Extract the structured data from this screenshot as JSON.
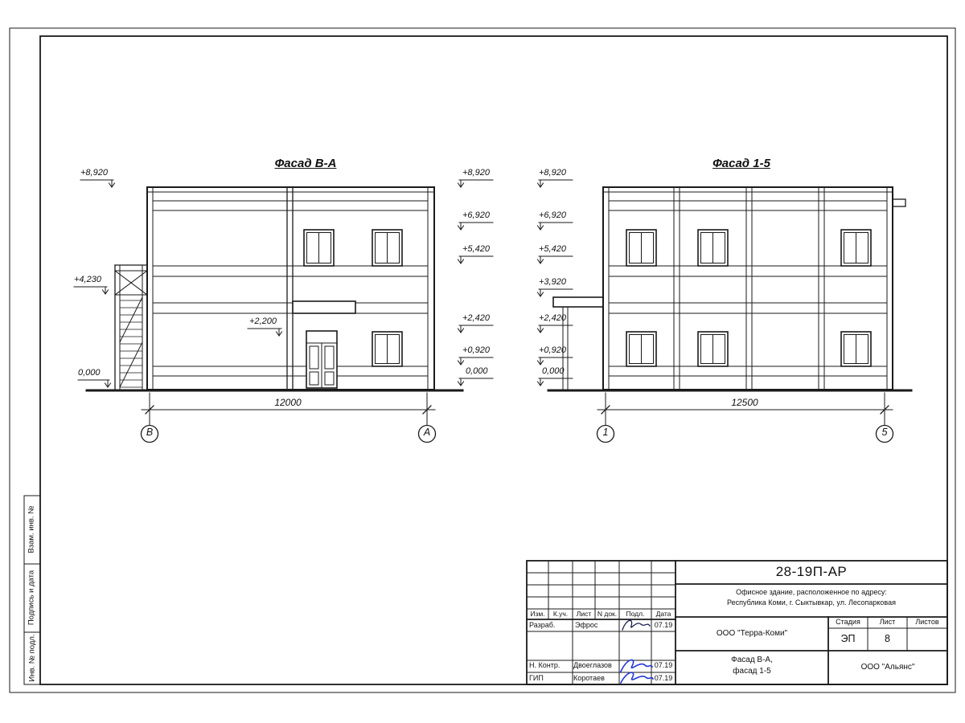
{
  "sheet_code": "28-19П-АР",
  "stamps": {
    "v1": "Взам. инв. №",
    "v2": "Подпись и дата",
    "v3": "Инв. № подл."
  },
  "title_block": {
    "object_line1": "Офисное здание, расположенное по адресу:",
    "object_line2": "Республика Коми, г. Сыктывкар, ул. Лесопарковая",
    "org": "ООО \"Терра-Коми\"",
    "contractor": "ООО \"Альянс\"",
    "content_line1": "Фасад В-А,",
    "content_line2": "фасад 1-5",
    "stage_label": "Стадия",
    "sheet_label": "Лист",
    "sheets_label": "Листов",
    "stage": "ЭП",
    "sheet_no": "8",
    "cols": [
      "Изм.",
      "К.уч.",
      "Лист",
      "N док.",
      "Подл.",
      "Дата"
    ],
    "row_dev_role": "Разраб.",
    "row_dev_name": "Эфрос",
    "row_dev_date": "07.19",
    "row_nc_role": "Н. Контр.",
    "row_nc_name": "Двоеглазов",
    "row_nc_date": "07.19",
    "row_gip_role": "ГИП",
    "row_gip_name": "Коротаев",
    "row_gip_date": "07.19"
  },
  "facade_ba": {
    "title": "Фасад В-А",
    "dim": "12000",
    "axis_left": "В",
    "axis_right": "А",
    "marks_left": [
      "+8,920",
      "+4,230",
      "0,000"
    ],
    "marks_mid": [
      "+8,920",
      "+6,920",
      "+5,420",
      "+2,420",
      "+0,920",
      "0,000"
    ],
    "mark_inner": "+2,200"
  },
  "facade_15": {
    "title": "Фасад 1-5",
    "dim": "12500",
    "axis_left": "1",
    "axis_right": "5",
    "marks": [
      "+8,920",
      "+6,920",
      "+5,420",
      "+3,920",
      "+2,420",
      "+0,920",
      "0,000"
    ]
  }
}
